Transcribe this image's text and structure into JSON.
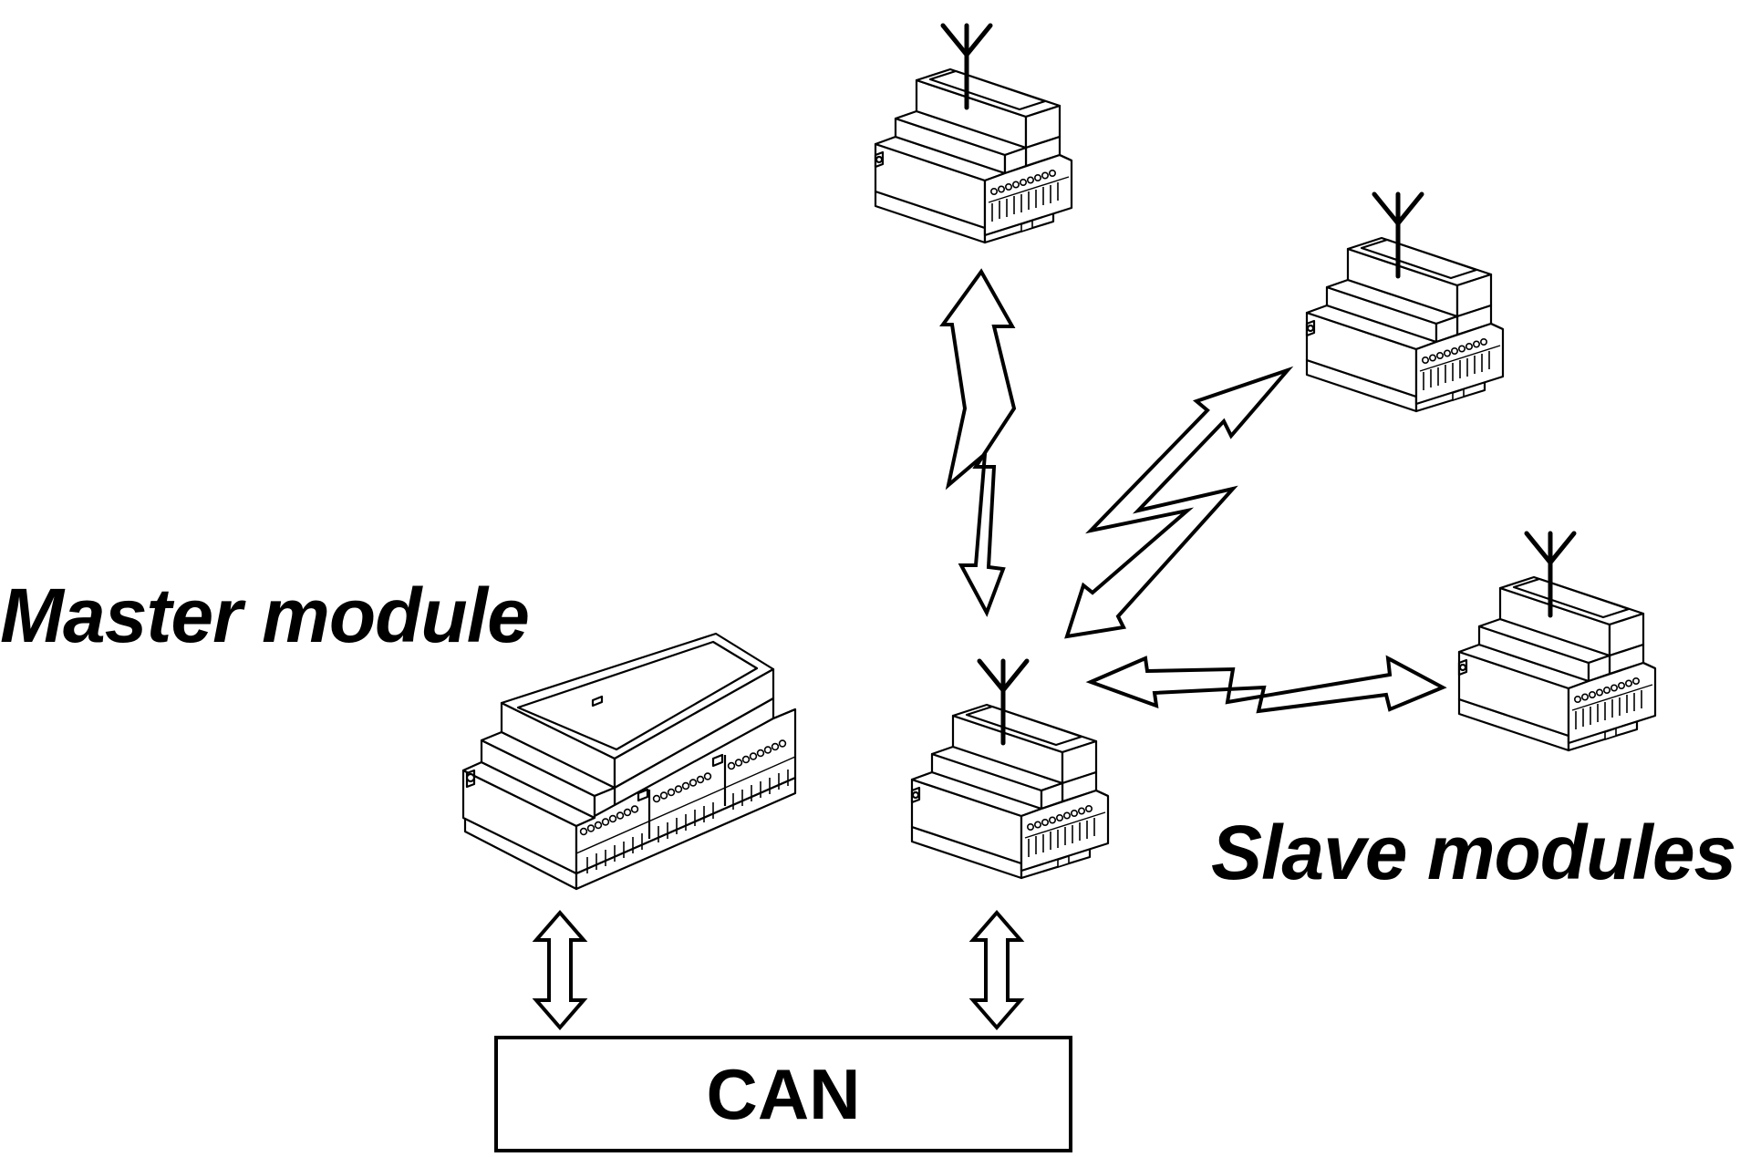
{
  "labels": {
    "master": "Master module",
    "slave": "Slave modules",
    "bus": "CAN"
  },
  "colors": {
    "stroke": "#000000",
    "background": "#ffffff"
  },
  "icons": {
    "module": "din-rail-module-icon",
    "antenna": "antenna-icon",
    "wireless_link": "lightning-double-arrow-icon",
    "wired_link": "vertical-double-arrow-icon"
  }
}
